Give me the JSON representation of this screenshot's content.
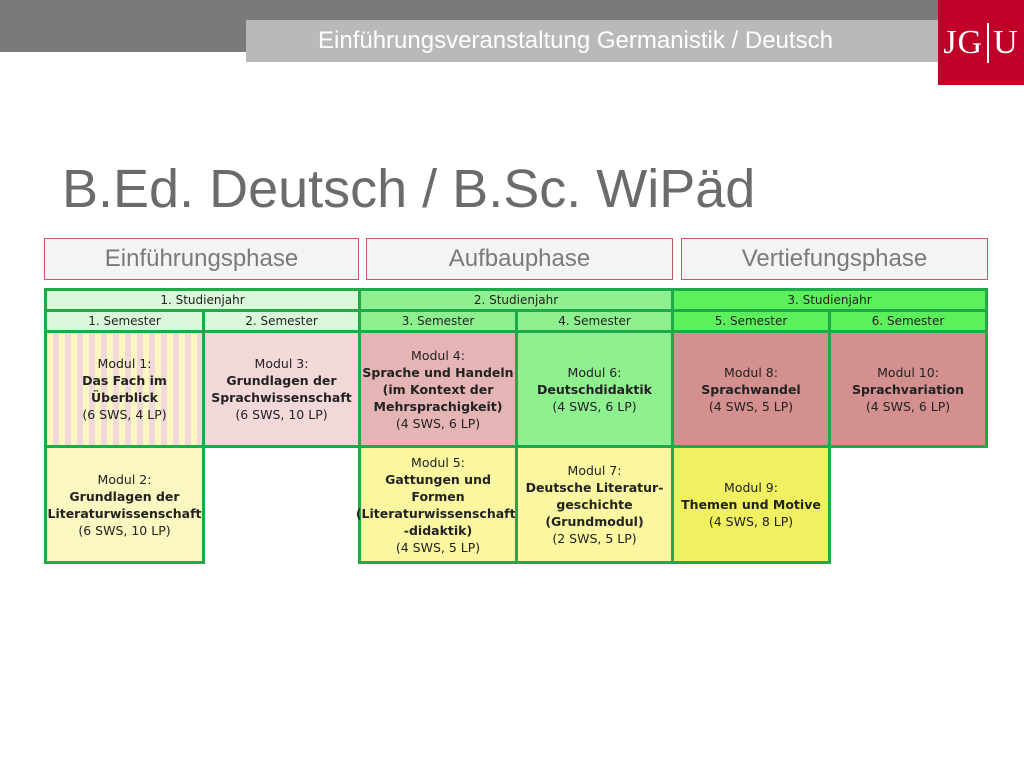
{
  "header": {
    "title": "Einführungsveranstaltung Germanistik / Deutsch",
    "logo": {
      "left": "JG",
      "right": "U"
    }
  },
  "slide": {
    "title": "B.Ed. Deutsch / B.Sc. WiPäd"
  },
  "phases": [
    "Einführungsphase",
    "Aufbauphase",
    "Vertiefungsphase"
  ],
  "years": [
    "1. Studienjahr",
    "2. Studienjahr",
    "3. Studienjahr"
  ],
  "semesters": [
    "1. Semester",
    "2. Semester",
    "3. Semester",
    "4. Semester",
    "5. Semester",
    "6. Semester"
  ],
  "modules": {
    "m1": {
      "label": "Modul 1:",
      "name": "Das Fach im Überblick",
      "credits": "(6 SWS, 4 LP)"
    },
    "m2": {
      "label": "Modul 2:",
      "name1": "Grundlagen der",
      "name2": "Literaturwissenschaft",
      "credits": "(6 SWS, 10 LP)"
    },
    "m3": {
      "label": "Modul 3:",
      "name1": "Grundlagen der",
      "name2": "Sprachwissenschaft",
      "credits": "(6 SWS, 10 LP)"
    },
    "m4": {
      "label": "Modul 4:",
      "name1": "Sprache und Handeln",
      "name2": "(im Kontext der",
      "name3": "Mehrsprachigkeit)",
      "credits": "(4 SWS, 6 LP)"
    },
    "m5": {
      "label": "Modul 5:",
      "name1": "Gattungen und Formen",
      "name2": "(Literaturwissenschaft/",
      "name3": "-didaktik)",
      "credits": "(4 SWS, 5 LP)"
    },
    "m6": {
      "label": "Modul 6:",
      "name": "Deutschdidaktik",
      "credits": "(4 SWS, 6 LP)"
    },
    "m7": {
      "label": "Modul 7:",
      "name1": "Deutsche Literatur-",
      "name2": "geschichte",
      "name3": "(Grundmodul)",
      "credits": "(2 SWS, 5 LP)"
    },
    "m8": {
      "label": "Modul 8:",
      "name": "Sprachwandel",
      "credits": "(4 SWS, 5 LP)"
    },
    "m9": {
      "label": "Modul 9:",
      "name": "Themen und Motive",
      "credits": "(4 SWS, 8 LP)"
    },
    "m10": {
      "label": "Modul 10:",
      "name": "Sprachvariation",
      "credits": "(4 SWS, 6 LP)"
    }
  },
  "colors": {
    "border": "#1faa4a",
    "year1": "#d9f7d9",
    "year2": "#8ff08f",
    "year3": "#5cf05c",
    "sem1_2": "#d9f7d9",
    "sem3_4": "#8ff08f",
    "sem5_6": "#5cf05c",
    "m2": "#fbf7c0",
    "m3": "#f2d8d8",
    "m4": "#e5b4b4",
    "m5": "#fbf7a0",
    "m6": "#8ff08f",
    "m7": "#fbf7a0",
    "m8": "#d48f8f",
    "m9": "#f0f060",
    "m10": "#d48f8f"
  }
}
